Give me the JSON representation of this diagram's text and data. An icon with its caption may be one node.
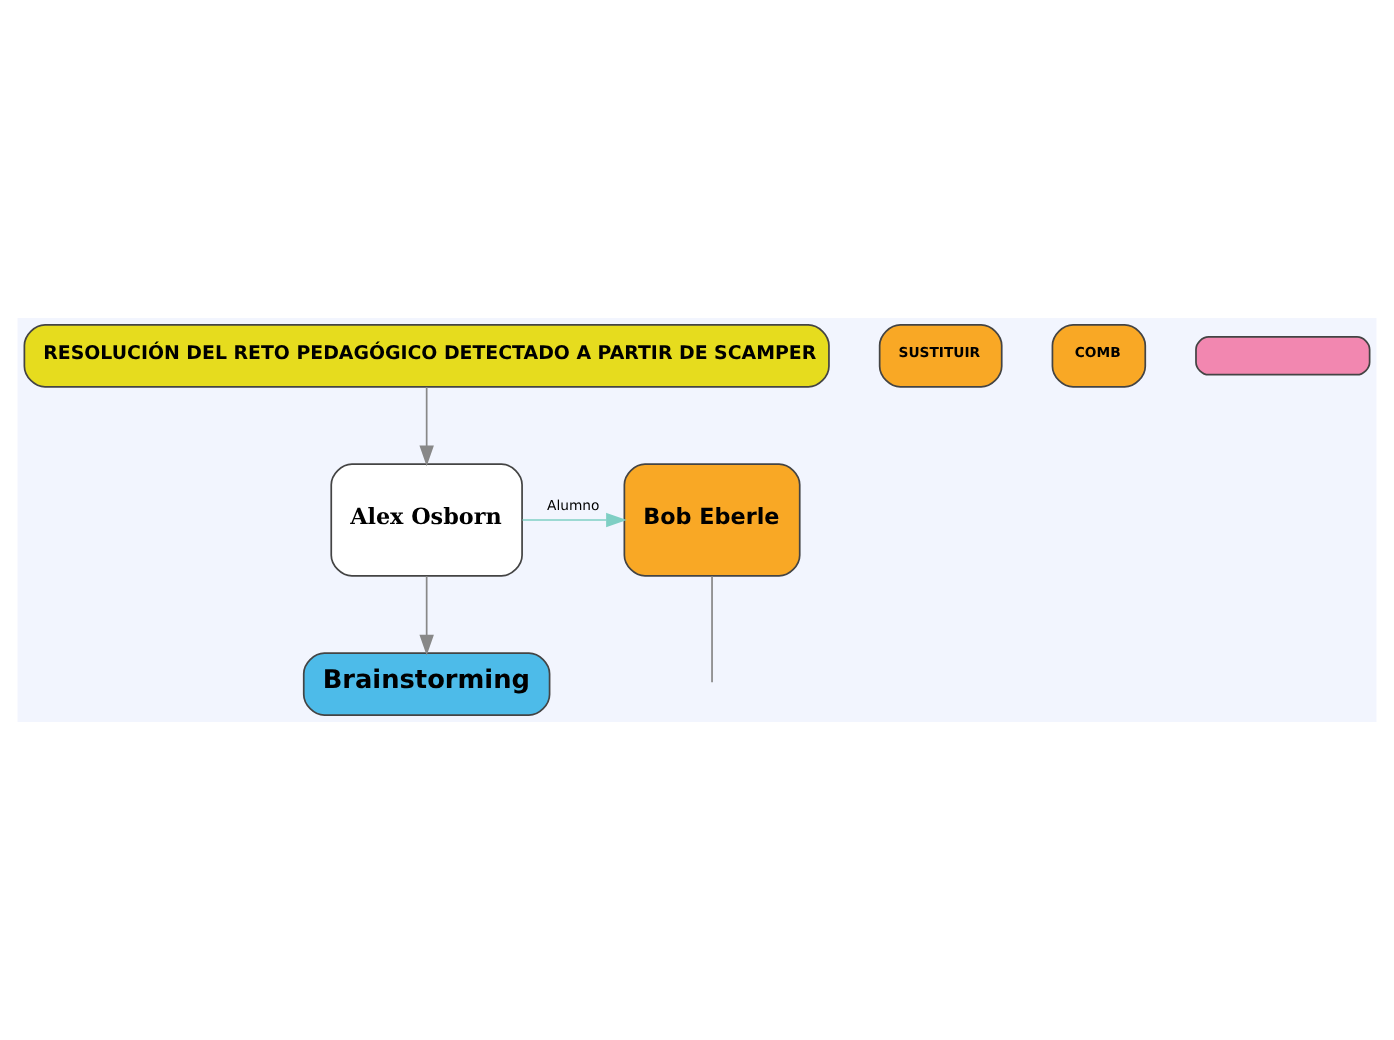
{
  "diagram": {
    "nodes": [
      {
        "text": [
          "RESOLUCIÓN DEL RETO PEDAGÓGICO DETECTADO A PARTIR DE SCAMPER"
        ]
      },
      {
        "text": [
          "Alex Osborn"
        ]
      },
      {
        "text": [
          "Bob Eberle"
        ]
      },
      {
        "text": [
          "Brainstorming"
        ]
      },
      {
        "text": [
          "SUSTITUIR"
        ]
      },
      {
        "text": [
          "COMB"
        ]
      },
      {
        "text": [],
        "shape": "box"
      }
    ],
    "edges": [
      {
        "from": 0,
        "to": 1,
        "arrow": "to"
      },
      {
        "from": 1,
        "to": 2,
        "arrow": "to",
        "label": "Alumno",
        "color": "#7fcfc4"
      },
      {
        "from": 1,
        "to": 3,
        "arrow": "to"
      },
      {
        "from": 2,
        "to": null,
        "arrow": "none"
      }
    ]
  }
}
